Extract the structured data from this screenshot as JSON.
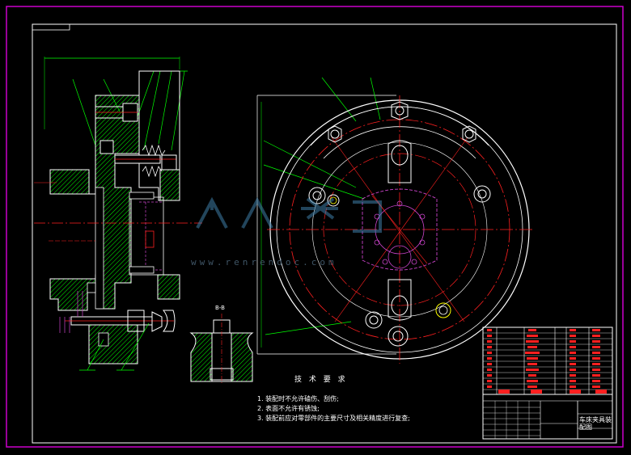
{
  "drawing": {
    "section_label": "B-B",
    "technical_requirements": {
      "title": "技 术 要 求",
      "notes": [
        "1. 装配时不允许磕伤、刮伤;",
        "2. 表面不允许有锈蚀;",
        "3. 装配前应对零部件的主要尺寸及相关精度进行复查;"
      ]
    },
    "title_block": {
      "drawing_name": "车床夹具装",
      "drawing_name_line2": "配图"
    },
    "watermark": {
      "logo_text": "人人文库",
      "url_text": "www.renrendoc.com"
    },
    "colors": {
      "background": "#000000",
      "border": "#cc00cc",
      "outline": "#ffffff",
      "center_line": "#ff2020",
      "leader": "#00ff00",
      "hatch": "#00ff00",
      "hidden": "#cc44cc",
      "bom_text": "#ff2020"
    }
  }
}
